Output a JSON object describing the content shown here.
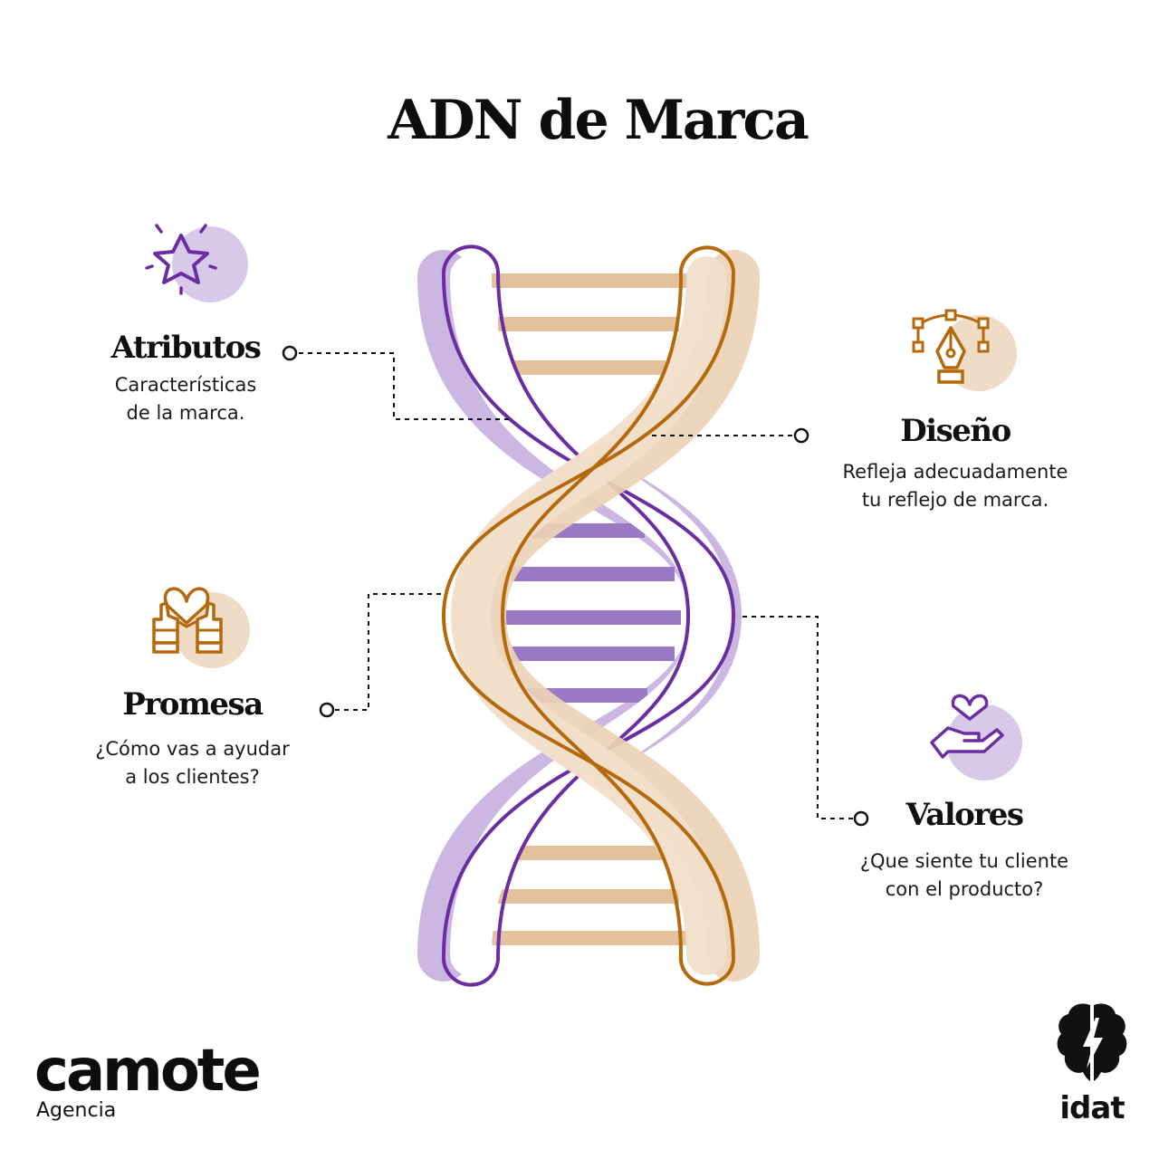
{
  "title": "ADN de Marca",
  "colors": {
    "purple": "#6a2ea0",
    "purple_light": "#cbb7e2",
    "orange": "#b5690d",
    "beige": "#e9c9a5",
    "beige_light": "#f1dfca"
  },
  "items": [
    {
      "heading": "Atributos",
      "description": "Características\nde la marca.",
      "icon": "star-icon"
    },
    {
      "heading": "Diseño",
      "description": "Refleja adecuadamente\ntu reflejo de marca.",
      "icon": "pen-tool-icon"
    },
    {
      "heading": "Promesa",
      "description": "¿Cómo vas a ayudar\na los clientes?",
      "icon": "promise-hands-icon"
    },
    {
      "heading": "Valores",
      "description": "¿Que siente tu cliente\ncon el producto?",
      "icon": "heart-hand-icon"
    }
  ],
  "footer": {
    "agency_name": "camote",
    "agency_sub": "Agencia",
    "partner_name": "idat",
    "partner_logo": "brain-bolt-icon"
  }
}
